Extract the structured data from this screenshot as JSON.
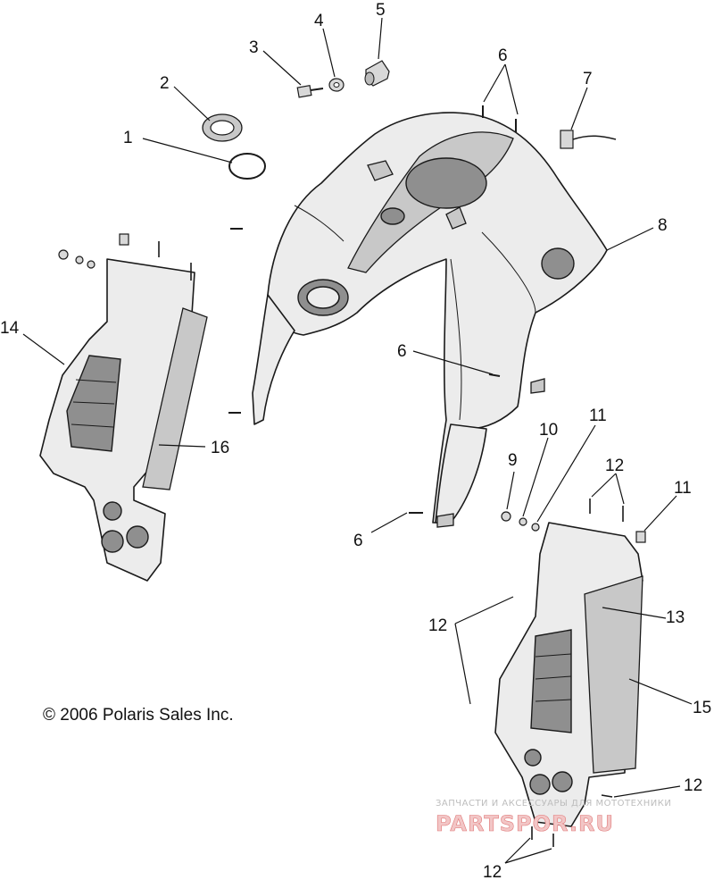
{
  "diagram": {
    "part_numbers": {
      "p1": "1",
      "p2": "2",
      "p3": "3",
      "p4": "4",
      "p5": "5",
      "p6a": "6",
      "p6b": "6",
      "p6c": "6",
      "p7": "7",
      "p8": "8",
      "p9": "9",
      "p10": "10",
      "p11a": "11",
      "p11b": "11",
      "p12a": "12",
      "p12b": "12",
      "p12c": "12",
      "p12d": "12",
      "p13": "13",
      "p14": "14",
      "p15": "15",
      "p16": "16"
    },
    "copyright": "© 2006 Polaris Sales Inc.",
    "watermark": {
      "line1": "ЗАПЧАСТИ И АКСЕССУАРЫ ДЛЯ МОТОТЕХНИКИ",
      "line2": "PARTSPOR.RU"
    }
  }
}
